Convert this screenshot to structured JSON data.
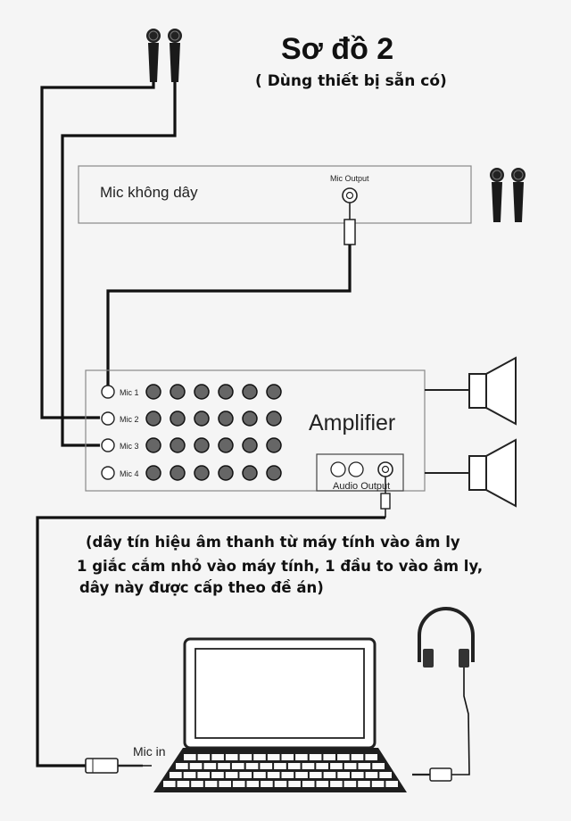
{
  "title": "Sơ đồ 2",
  "subtitle": "( Dùng thiết bị sẵn có)",
  "wireless_mic": {
    "label": "Mic không dây",
    "output_label": "Mic Output"
  },
  "amplifier": {
    "label": "Amplifier",
    "inputs": [
      "Mic 1",
      "Mic 2",
      "Mic 3",
      "Mic 4"
    ],
    "audio_output_label": "Audio Output"
  },
  "note_lines": [
    "(dây tín hiệu âm thanh từ máy tính vào âm ly",
    "1 giắc cắm nhỏ vào máy tính, 1 đầu to vào âm ly,",
    "dây này được cấp theo đề án)"
  ],
  "laptop": {
    "mic_in_label": "Mic in"
  },
  "icons": [
    "microphone-icon",
    "speaker-icon",
    "laptop-icon",
    "headphones-icon",
    "audio-jack-icon"
  ]
}
